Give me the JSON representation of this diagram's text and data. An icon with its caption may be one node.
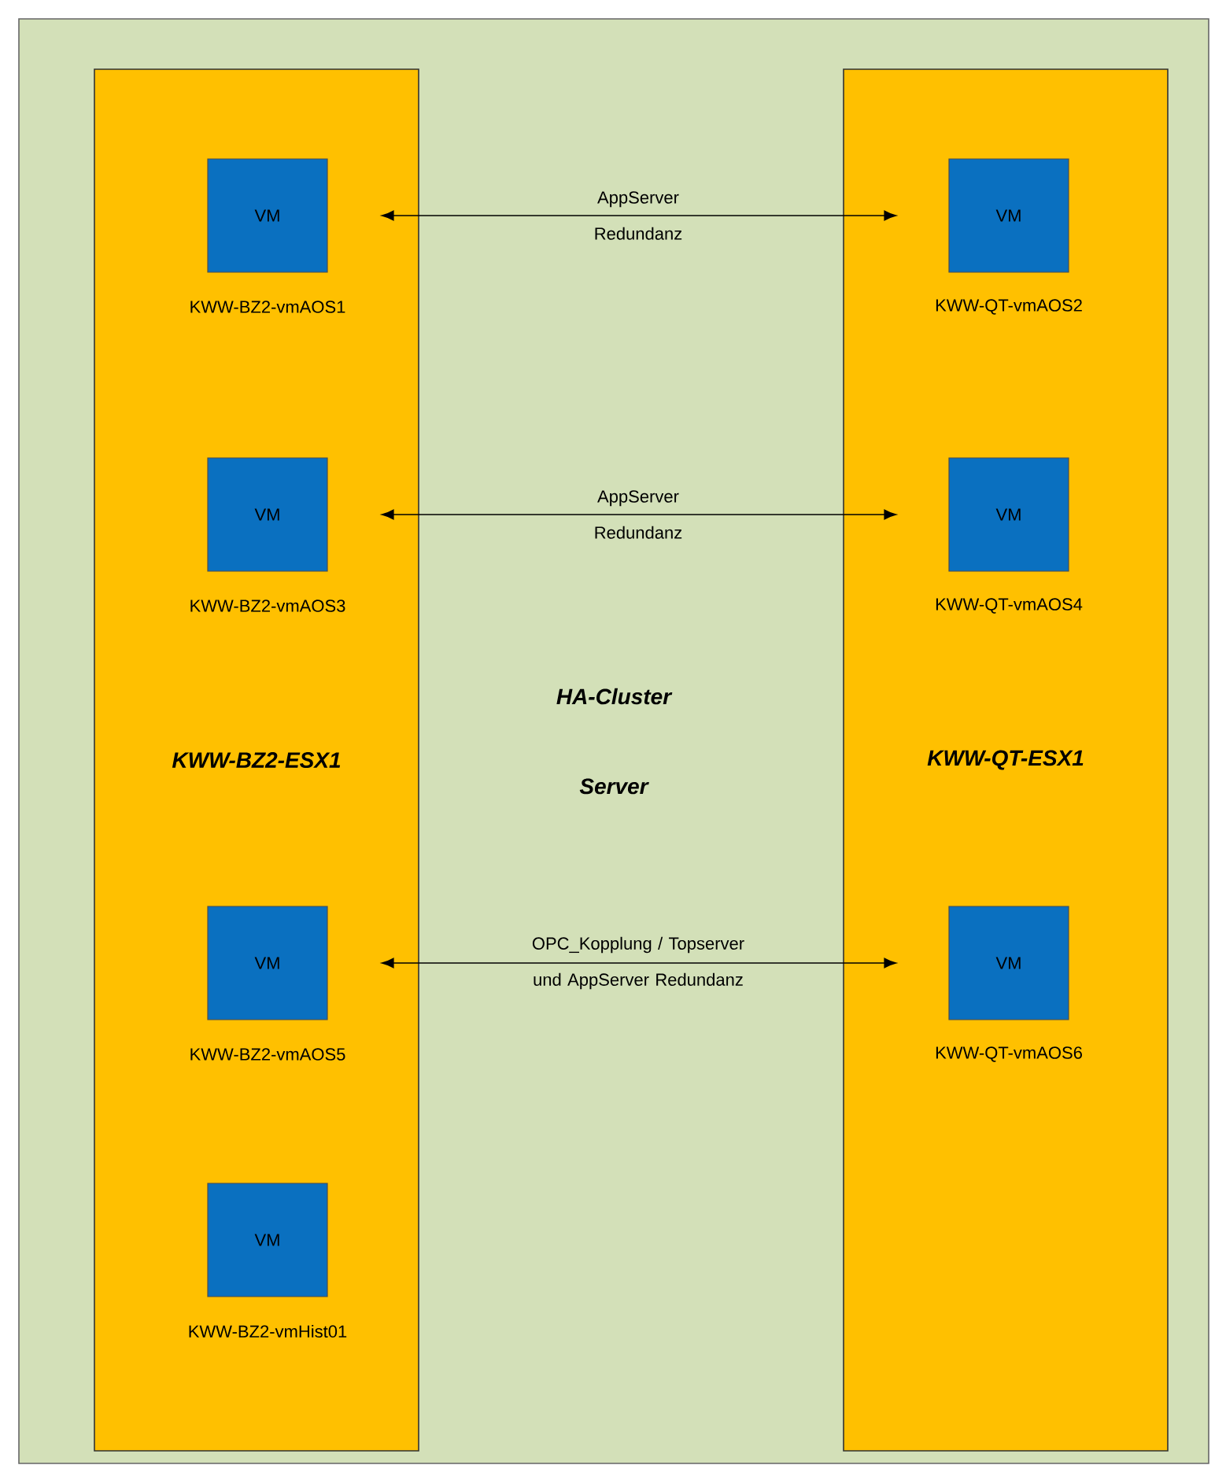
{
  "diagram": {
    "nodes": [
      {
        "text": [
          "HA-Cluster Server"
        ]
      },
      {
        "text": [
          "KWW-BZ2-ESX1"
        ],
        "in": 0
      },
      {
        "text": [
          "VM"
        ],
        "beside": [
          "KWW-BZ2-vmAOS1"
        ],
        "in": 1
      },
      {
        "text": [
          "VM"
        ],
        "beside": [
          "KWW-BZ2-vmAOS3"
        ],
        "in": 1
      },
      {
        "text": [
          "VM"
        ],
        "beside": [
          "KWW-BZ2-vmAOS5"
        ],
        "in": 1
      },
      {
        "text": [
          "VM"
        ],
        "beside": [
          "KWW-BZ2-vmHist01"
        ],
        "in": 1
      },
      {
        "text": [
          "KWW-QT-ESX1"
        ],
        "in": 0
      },
      {
        "text": [
          "VM"
        ],
        "beside": [
          "KWW-QT-vmAOS2"
        ],
        "in": 6
      },
      {
        "text": [
          "VM"
        ],
        "beside": [
          "KWW-QT-vmAOS4"
        ],
        "in": 6
      },
      {
        "text": [
          "VM"
        ],
        "beside": [
          "KWW-QT-vmAOS6"
        ],
        "in": 6
      }
    ],
    "edges": [
      {
        "from": 2,
        "to": 7,
        "arrow": "both",
        "label": "AppServer Redundanz"
      },
      {
        "from": 3,
        "to": 8,
        "arrow": "both",
        "label": "AppServer Redundanz"
      },
      {
        "from": 4,
        "to": 9,
        "arrow": "both",
        "label": "OPC_Kopplung / Topserver und AppServer Redundanz"
      }
    ]
  }
}
